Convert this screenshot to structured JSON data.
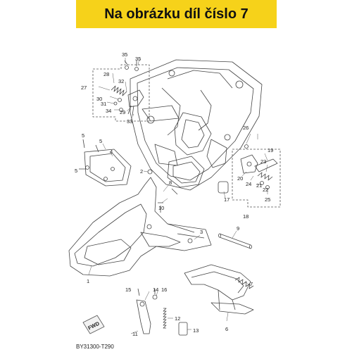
{
  "banner": {
    "text": "Na obrázku díl číslo 7",
    "color": "#f6d21a"
  },
  "diagram_code": "BY31300-T290",
  "fwd_label": "FWD",
  "part_labels": [
    "1",
    "2",
    "3",
    "4",
    "5",
    "5",
    "5",
    "6",
    "7",
    "8",
    "9",
    "10",
    "11",
    "12",
    "13",
    "14",
    "15",
    "16",
    "17",
    "18",
    "19",
    "20",
    "21",
    "22",
    "23",
    "24",
    "25",
    "26",
    "27",
    "28",
    "29",
    "30",
    "31",
    "32",
    "33",
    "34",
    "35",
    "35"
  ]
}
